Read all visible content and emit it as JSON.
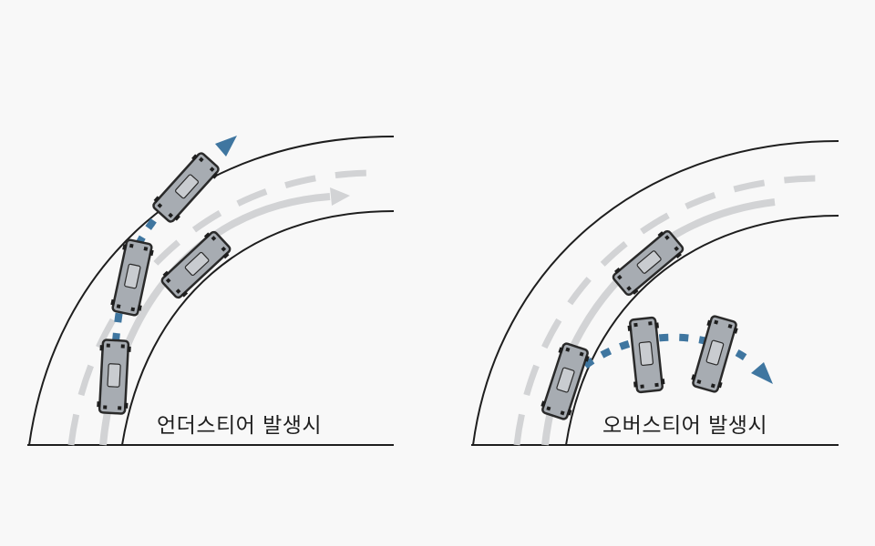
{
  "scenarios": [
    {
      "id": "understeer",
      "label": "언더스티어 발생시"
    },
    {
      "id": "oversteer",
      "label": "오버스티어 발생시"
    }
  ],
  "colors": {
    "background": "#f8f8f8",
    "road_edge": "#1e1e1e",
    "lane_dash": "#d2d3d5",
    "ideal_path": "#d2d3d5",
    "vehicle_path": "#3f76a0",
    "car_body": "#a7acb2",
    "car_outline": "#2a2a2a"
  },
  "icons": [
    "car-icon",
    "path-arrow-icon"
  ]
}
